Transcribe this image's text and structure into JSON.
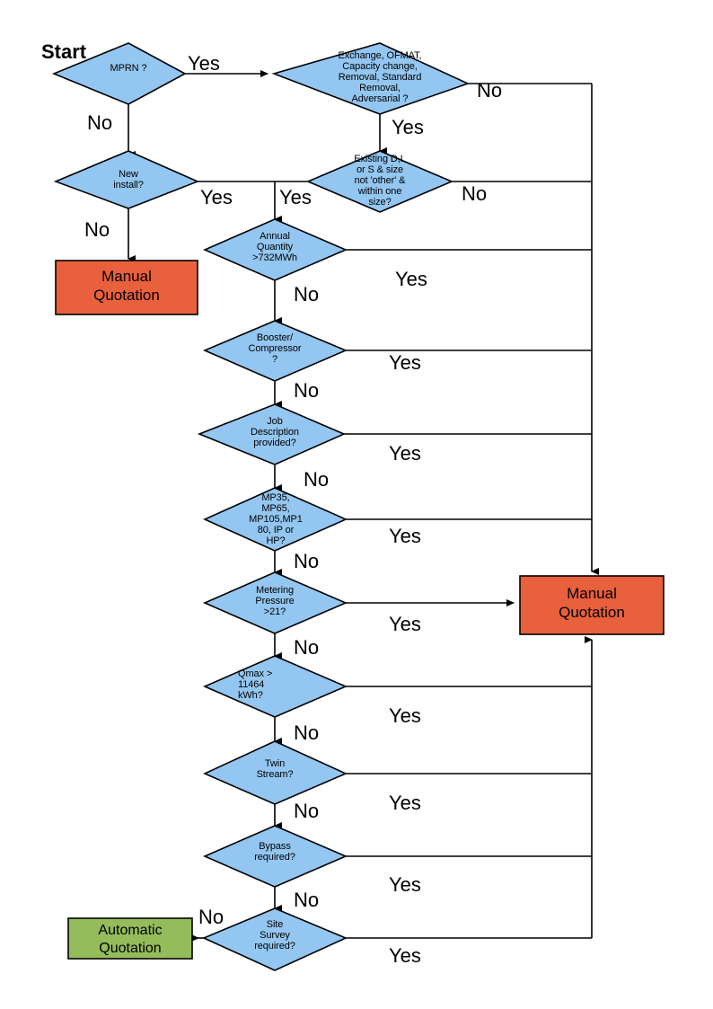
{
  "diagram": {
    "title": "Start",
    "colors": {
      "decision_fill": "#93C6F0",
      "decision_stroke": "#000000",
      "manual_fill": "#E8603C",
      "automatic_fill": "#94BC5A",
      "terminal_stroke": "#000000",
      "connector": "#000000",
      "background": "#FFFFFF"
    },
    "decisions": [
      {
        "id": "mprn",
        "text": "MPRN ?"
      },
      {
        "id": "exchange",
        "text": "Exchange, OFMAT,\nCapacity change,\nRemoval, Standard\nRemoval,\nAdversarial ?"
      },
      {
        "id": "new-install",
        "text": "New\ninstall?"
      },
      {
        "id": "existing-dls",
        "text": "Existing D,L\nor S & size\nnot 'other' &\nwithin one\nsize?"
      },
      {
        "id": "annual-qty",
        "text": "Annual\nQuantity\n>732MWh"
      },
      {
        "id": "booster",
        "text": "Booster/\nCompressor\n?"
      },
      {
        "id": "job-desc",
        "text": "Job\nDescription\nprovided?"
      },
      {
        "id": "mp-class",
        "text": "MP35,\nMP65,\nMP105,MP1\n80, IP or\nHP?"
      },
      {
        "id": "metering",
        "text": "Metering\nPressure\n>21?"
      },
      {
        "id": "qmax",
        "text": "Qmax >\n11464\nkWh?"
      },
      {
        "id": "twin-stream",
        "text": "Twin\nStream?"
      },
      {
        "id": "bypass",
        "text": "Bypass\nrequired?"
      },
      {
        "id": "site-survey",
        "text": "Site\nSurvey\nrequired?"
      }
    ],
    "terminals": [
      {
        "id": "manual-left",
        "text": "Manual\nQuotation"
      },
      {
        "id": "manual-right",
        "text": "Manual\nQuotation"
      },
      {
        "id": "automatic",
        "text": "Automatic\nQuotation"
      }
    ],
    "edge_labels": {
      "mprn_yes": "Yes",
      "mprn_no": "No",
      "exchange_no": "No",
      "exchange_yes": "Yes",
      "new_install_yes": "Yes",
      "new_install_no": "No",
      "existing_yes": "Yes",
      "existing_no": "No",
      "annual_yes": "Yes",
      "annual_no": "No",
      "booster_yes": "Yes",
      "booster_no": "No",
      "job_yes": "Yes",
      "job_no": "No",
      "mp_yes": "Yes",
      "mp_no": "No",
      "metering_yes": "Yes",
      "metering_no": "No",
      "qmax_yes": "Yes",
      "qmax_no": "No",
      "twin_yes": "Yes",
      "twin_no": "No",
      "bypass_yes": "Yes",
      "bypass_no": "No",
      "site_yes": "Yes",
      "site_no": "No"
    }
  }
}
